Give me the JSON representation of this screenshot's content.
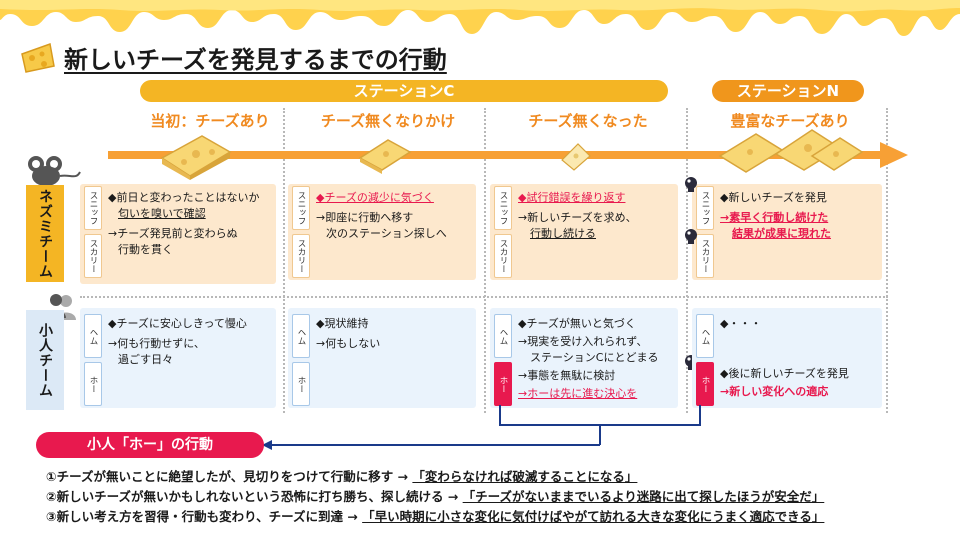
{
  "title": "新しいチーズを発見するまでの行動",
  "stations": {
    "c": "ステーションC",
    "n": "ステーションN"
  },
  "phases": [
    "当初：チーズあり",
    "チーズ無くなりかけ",
    "チーズ無くなった",
    "豊富なチーズあり"
  ],
  "teams": {
    "nezumi": "ネズミチーム",
    "kobito": "小人チーム"
  },
  "tags": {
    "sniff": "スニッフ",
    "scurry": "スカリー",
    "hem": "ヘム",
    "haw": "ホー"
  },
  "nezumi_cards": [
    {
      "lines": [
        "◆前日と変わったことはないか",
        "匂いを嗅いで確認",
        "→チーズ発見前と変わらぬ",
        "行動を貫く"
      ]
    },
    {
      "lines": [
        "◆チーズの減少に気づく",
        "→即座に行動へ移す",
        "次のステーション探しへ"
      ]
    },
    {
      "lines": [
        "◆試行錯誤を繰り返す",
        "→新しいチーズを求め、",
        "行動し続ける"
      ]
    },
    {
      "lines": [
        "◆新しいチーズを発見",
        "→素早く行動し続けた",
        "結果が成果に現れた"
      ]
    }
  ],
  "kobito_cards": [
    {
      "lines": [
        "◆チーズに安心しきって慢心",
        "→何も行動せずに、",
        "過ごす日々"
      ]
    },
    {
      "lines": [
        "◆現状維持",
        "→何もしない"
      ]
    },
    {
      "lines": [
        "◆チーズが無いと気づく",
        "→現実を受け入れられず、",
        "ステーションCにとどまる",
        "→事態を無駄に検討",
        "→ホーは先に進む決心を"
      ]
    },
    {
      "lines": [
        "◆・・・",
        "◆後に新しいチーズを発見",
        "→新しい変化への適応"
      ]
    }
  ],
  "action": {
    "label": "小人「ホー」の行動",
    "items": [
      {
        "text": "①チーズが無いことに絶望したが、見切りをつけて行動に移す → ",
        "quote": "「変わらなければ破滅することになる」"
      },
      {
        "text": "②新しいチーズが無いかもしれないという恐怖に打ち勝ち、探し続ける → ",
        "quote": "「チーズがないままでいるより迷路に出て探したほうが安全だ」"
      },
      {
        "text": "③新しい考え方を習得・行動も変わり、チーズに到達 → ",
        "quote": "「早い時期に小さな変化に気付けばやがて訪れる大きな変化にうまく適応できる」"
      }
    ]
  },
  "colors": {
    "accent_orange": "#f08a20",
    "station_yellow": "#f4b524",
    "highlight_pink": "#e8194e",
    "card_orange": "#fde8cd",
    "card_blue": "#eaf3fc"
  }
}
